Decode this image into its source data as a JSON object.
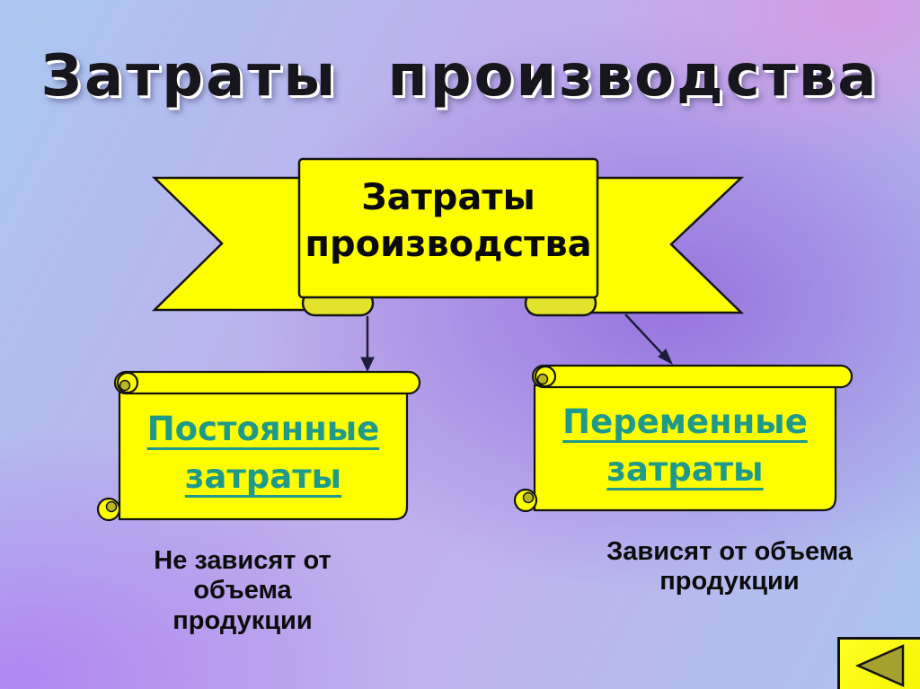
{
  "title": "Затраты производства",
  "banner": {
    "label": "Затраты производства"
  },
  "branches": [
    {
      "id": "fixed-costs",
      "link_label": "Постоянные затраты",
      "caption": "Не зависят от объема продукции"
    },
    {
      "id": "variable-costs",
      "link_label": "Переменные затраты",
      "caption": "Зависят от объема продукции"
    }
  ],
  "nav": {
    "back_icon": "left-triangle-icon"
  },
  "colors": {
    "shape_yellow": "#ffff00",
    "curl_shade": "#b9b91e",
    "link_teal": "#1f9a8a",
    "title_dark": "#16161c",
    "arrow_dark": "#1d1d3d",
    "back_triangle_olive": "#a6a02c",
    "bg_blue": "#aac8f1",
    "bg_purple": "#9470dd",
    "bg_pink": "#d696e2"
  }
}
